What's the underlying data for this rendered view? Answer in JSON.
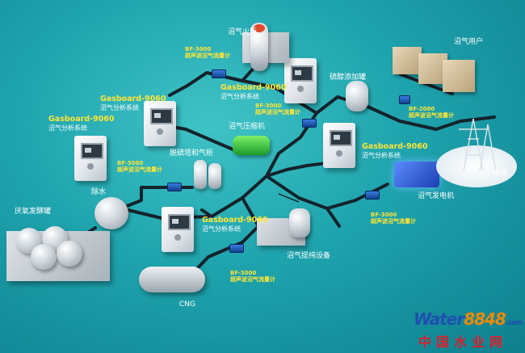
{
  "diagram": {
    "analyzers": [
      {
        "model": "Gasboard-9060",
        "desc": "沼气分析系统"
      },
      {
        "model": "Gasboard-9060",
        "desc": "沼气分析系统"
      },
      {
        "model": "Gasboard-9060",
        "desc": "沼气分析系统"
      },
      {
        "model": "Gasboard-9060",
        "desc": "沼气分析系统"
      },
      {
        "model": "Gasboard-9060",
        "desc": "沼气分析系统"
      }
    ],
    "flowmeters": [
      {
        "model": "BF-3000",
        "desc": "超声波沼气流量计"
      },
      {
        "model": "BF-3000",
        "desc": "超声波沼气流量计"
      },
      {
        "model": "BF-3000",
        "desc": "超声波沼气流量计"
      },
      {
        "model": "BF-3000",
        "desc": "超声波沼气流量计"
      },
      {
        "model": "BF-3000",
        "desc": "超声波沼气流量计"
      }
    ],
    "dual_flowmeter": {
      "model": "BF-2000",
      "desc": "超声波沼气流量计"
    },
    "equipment": {
      "torch": "沼气火炬",
      "users": "沼气用户",
      "alcohol_tank": "硫醇添加罐",
      "compressor": "沼气压缩机",
      "desulfurization": "脱硫塔和气柜",
      "dewater": "除水",
      "digester": "厌氧发酵罐",
      "generator": "沼气发电机",
      "grid": "电网",
      "purification": "沼气提纯设备",
      "cng": "CNG"
    },
    "colors": {
      "background": "#1ea3ad",
      "pipe": "#14232b",
      "label_yellow": "#ffe436",
      "label_white": "#ffffff"
    }
  },
  "watermark": {
    "brand_a": "Water",
    "brand_b": "8848",
    "suffix": ".com",
    "cn": "中国水业网"
  }
}
